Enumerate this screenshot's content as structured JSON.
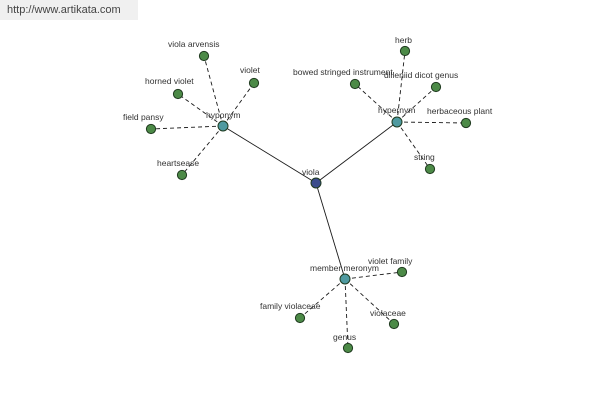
{
  "watermark": "http://www.artikata.com",
  "colors": {
    "center": "#3b4c8c",
    "relation": "#4f9aa0",
    "leaf": "#4c8a47"
  },
  "graph": {
    "center": {
      "id": "viola",
      "label": "viola"
    },
    "relations": [
      {
        "id": "hyponym",
        "label": "hyponym",
        "leaves": [
          "viola arvensis",
          "violet",
          "horned violet",
          "field pansy",
          "heartsease"
        ]
      },
      {
        "id": "hypernym",
        "label": "hypernym",
        "leaves": [
          "herb",
          "bowed stringed instrument",
          "dilleniid dicot genus",
          "herbaceous plant",
          "string"
        ]
      },
      {
        "id": "member-meronym",
        "label": "member meronym",
        "leaves": [
          "violet family",
          "family violaceae",
          "violaceae",
          "genus"
        ]
      }
    ]
  }
}
